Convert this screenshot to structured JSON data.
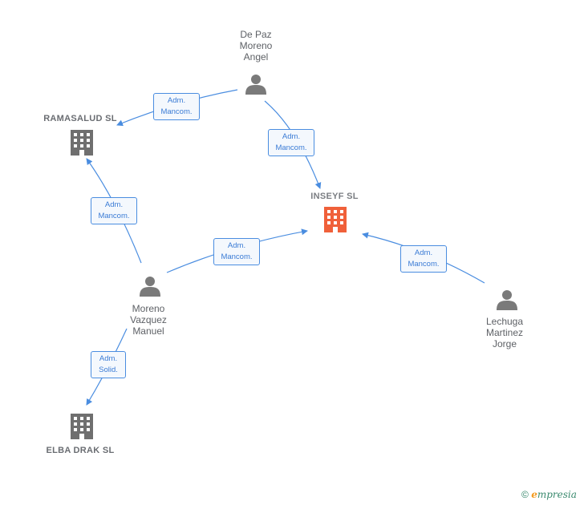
{
  "nodes": {
    "de_paz": {
      "lines": [
        "De Paz",
        "Moreno",
        "Angel"
      ],
      "type": "person"
    },
    "ramasalud": {
      "label": "RAMASALUD SL",
      "type": "company"
    },
    "inseyf": {
      "label": "INSEYF  SL",
      "type": "company-main"
    },
    "moreno_vazquez": {
      "lines": [
        "Moreno",
        "Vazquez",
        "Manuel"
      ],
      "type": "person"
    },
    "lechuga": {
      "lines": [
        "Lechuga",
        "Martinez",
        "Jorge"
      ],
      "type": "person"
    },
    "elba_drak": {
      "label": "ELBA DRAK  SL",
      "type": "company"
    }
  },
  "edges": [
    {
      "from": "de_paz",
      "to": "ramasalud",
      "label": [
        "Adm.",
        "Mancom."
      ]
    },
    {
      "from": "de_paz",
      "to": "inseyf",
      "label": [
        "Adm.",
        "Mancom."
      ]
    },
    {
      "from": "moreno_vazquez",
      "to": "ramasalud",
      "label": [
        "Adm.",
        "Mancom."
      ]
    },
    {
      "from": "moreno_vazquez",
      "to": "inseyf",
      "label": [
        "Adm.",
        "Mancom."
      ]
    },
    {
      "from": "lechuga",
      "to": "inseyf",
      "label": [
        "Adm.",
        "Mancom."
      ]
    },
    {
      "from": "moreno_vazquez",
      "to": "elba_drak",
      "label": [
        "Adm.",
        "Solid."
      ]
    }
  ],
  "colors": {
    "edge": "#4a8de0",
    "person_icon": "#7a7a7a",
    "company_icon": "#6f6f6f",
    "main_company_icon": "#f0603a"
  },
  "footer": {
    "copyright": "©",
    "brand_initial": "e",
    "brand_rest": "mpresia"
  }
}
